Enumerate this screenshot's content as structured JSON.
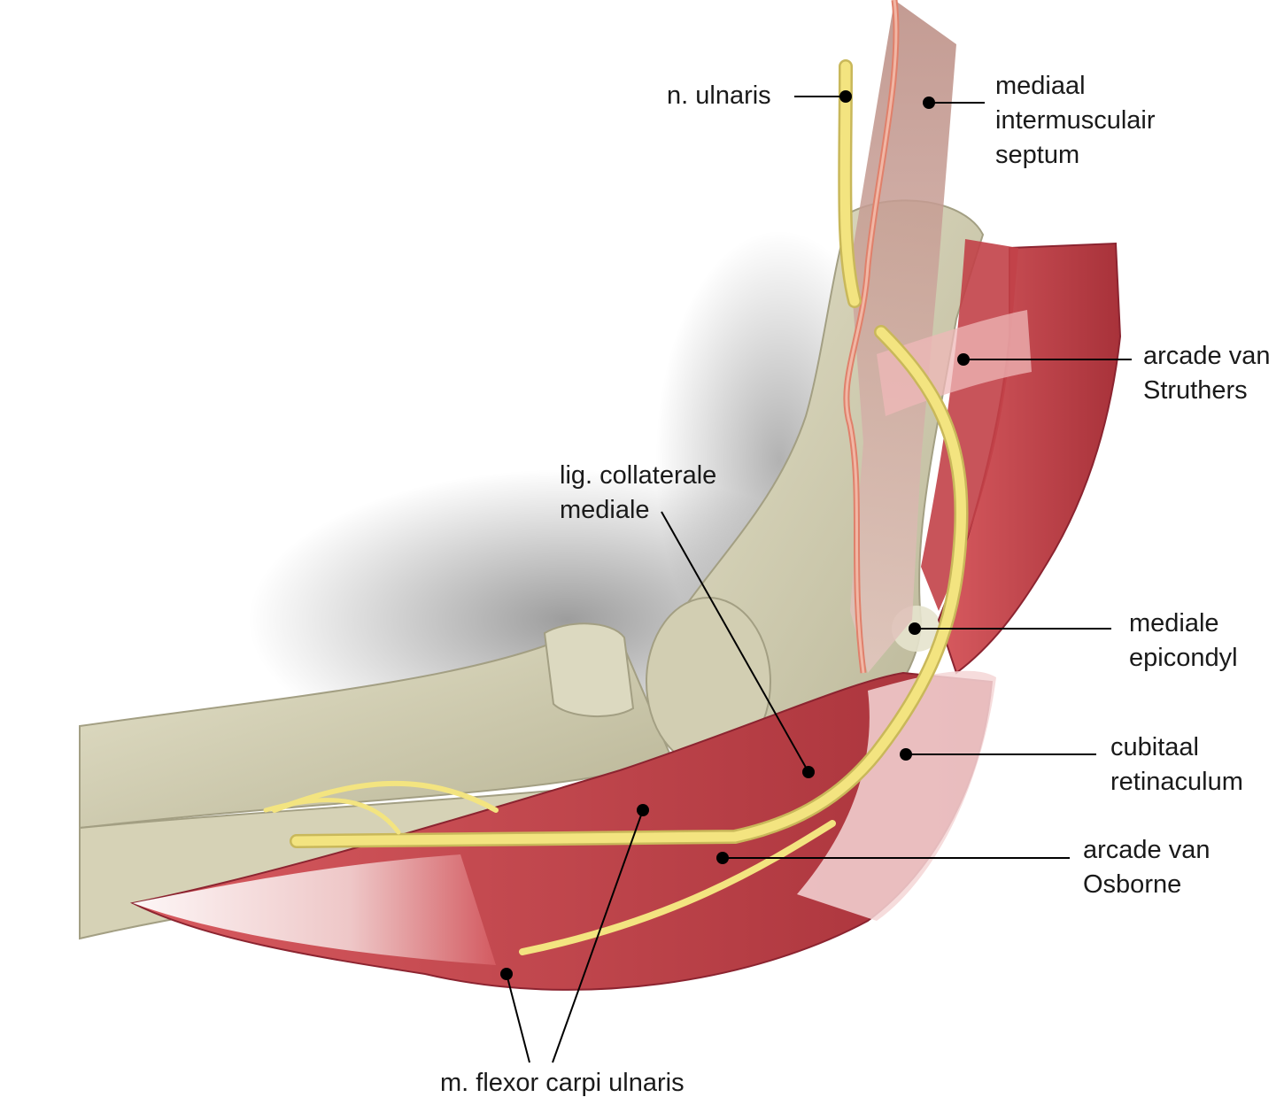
{
  "labels": {
    "ulnar_nerve": "n. ulnaris",
    "septum": [
      "mediaal",
      "intermusculair",
      "septum"
    ],
    "struthers": [
      "arcade van",
      "Struthers"
    ],
    "collateral_ligament": [
      "lig. collaterale",
      "mediale"
    ],
    "epicondyle": [
      "mediale",
      "epicondyl"
    ],
    "retinaculum": [
      "cubitaal",
      "retinaculum"
    ],
    "osborne": [
      "arcade van",
      "Osborne"
    ],
    "fcu": "m. flexor carpi ulnaris"
  },
  "colors": {
    "bone": "#d9d6bd",
    "bone_shadow": "#a9a58a",
    "muscle": "#c9464c",
    "muscle_dark": "#9e2a33",
    "tendon": "#f3dede",
    "nerve": "#f2e27a",
    "septum": "#c99a8f",
    "leader": "#000000"
  }
}
